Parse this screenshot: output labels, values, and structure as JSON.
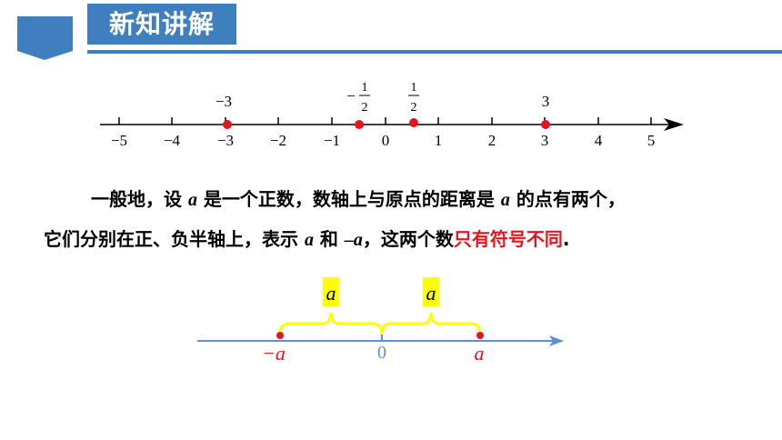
{
  "header": {
    "title": "新知讲解",
    "accent_color": "#3f7fc0"
  },
  "number_line_1": {
    "ticks": [
      "−5",
      "−4",
      "−3",
      "−2",
      "−1",
      "0",
      "1",
      "2",
      "3",
      "4",
      "5"
    ],
    "points": [
      {
        "label": "−3"
      },
      {
        "label": "−",
        "numerator": "1",
        "denominator": "2"
      },
      {
        "label": "",
        "numerator": "1",
        "denominator": "2"
      },
      {
        "label": "3"
      }
    ],
    "point_color": "#e8141b"
  },
  "text": {
    "line1_part1": "一般地，设 ",
    "line1_var": "a",
    "line1_part2": " 是一个正数，数轴上与原点的距离是 ",
    "line1_var2": "a",
    "line1_part3": " 的点有两个，",
    "line2_part1": "它们分别在正、负半轴上，表示 ",
    "line2_var": "a",
    "line2_part2": " 和 ",
    "line2_var2": "–a",
    "line2_part3": "，这两个数",
    "line2_highlight": "只有符号不同",
    "line2_end": ".",
    "highlight_color": "#e8141b"
  },
  "number_line_2": {
    "left_label": "−a",
    "origin_label": "0",
    "right_label": "a",
    "brace_label_left": "a",
    "brace_label_right": "a",
    "axis_color": "#5b8fd6",
    "brace_color": "#ffff00",
    "label_color": "#e8141b"
  }
}
